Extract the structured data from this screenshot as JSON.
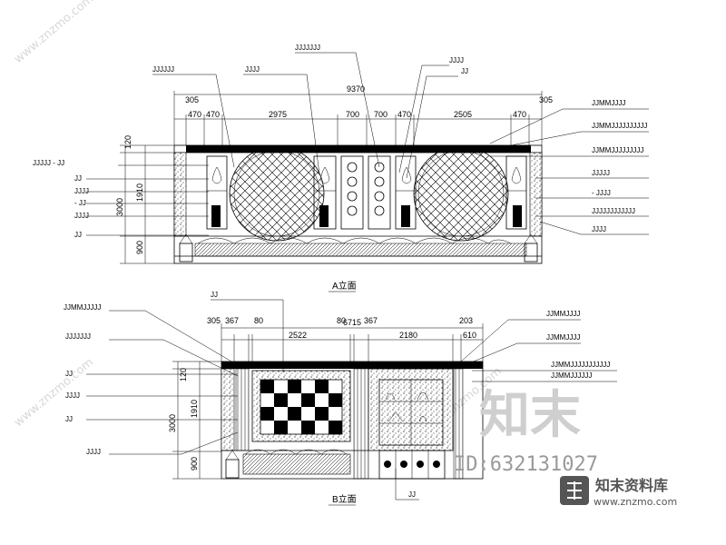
{
  "upper": {
    "title": "A立面",
    "overall": "9370",
    "top_dims": [
      "305",
      "470",
      "470",
      "2975",
      "700",
      "700",
      "470",
      "2505",
      "470",
      "305"
    ],
    "left_dims": [
      "120",
      "1910",
      "900",
      "3000"
    ],
    "left_labels": [
      "JJJJJ - JJ",
      "JJ",
      "JJJJ",
      "- JJ",
      "JJJJ",
      "JJ"
    ],
    "top_labels": [
      "JJJJJJ",
      "JJJJ",
      "JJJJJJJ",
      "JJJJ",
      "JJ"
    ],
    "right_labels": [
      "JJMMJJJJ",
      "JJMMJJJJJJJJJJ",
      "JJMMJJJJJJJJJ",
      "JJJJJ",
      "- JJJJ",
      "JJJJJJJJJJJJ",
      "JJJJ"
    ]
  },
  "lower": {
    "title": "B立面",
    "overall": "6715",
    "top_dims": [
      "305",
      "367",
      "80",
      "2522",
      "80",
      "367",
      "2180",
      "203",
      "610"
    ],
    "left_dims": [
      "120",
      "1910",
      "900",
      "3000"
    ],
    "left_labels": [
      "JJMMJJJJJ",
      "JJJJJJJ",
      "JJ",
      "JJJJ",
      "JJ",
      "JJJJ"
    ],
    "top_label": "JJ",
    "right_labels": [
      "JJMMJJJJ",
      "JJMMJJJJ",
      "JJMMJJJJJJJJJJJ",
      "JJMMJJJJJJ"
    ],
    "bottom_label": "JJ"
  },
  "watermark": {
    "cn": "知末",
    "id": "ID:632131027",
    "brand": "知末资料库",
    "url": "www.znzmo.com",
    "diag": "www.znzmo.com"
  }
}
